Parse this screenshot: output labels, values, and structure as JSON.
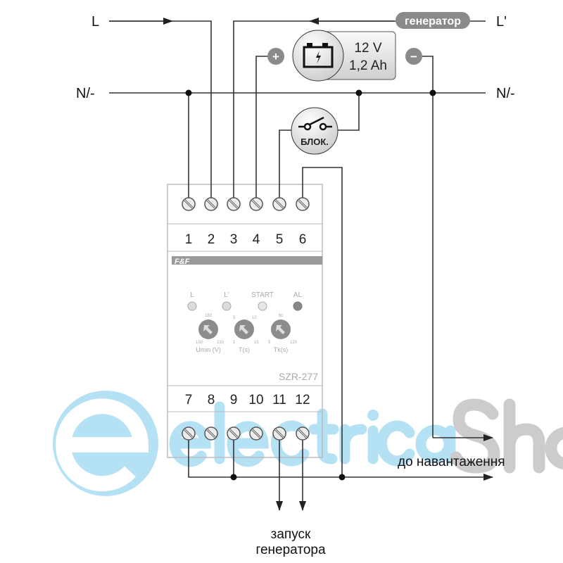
{
  "labels": {
    "L_left": "L",
    "L_prime_right": "L'",
    "N_left": "N/-",
    "N_right": "N/-"
  },
  "generator_badge": "генератор",
  "battery": {
    "voltage": "12 V",
    "capacity": "1,2 Ah",
    "plus": "+",
    "minus": "−"
  },
  "block_switch": "БЛОК.",
  "device": {
    "brand": "F&F",
    "model": "SZR-277",
    "top_terminals": [
      "1",
      "2",
      "3",
      "4",
      "5",
      "6"
    ],
    "bottom_terminals": [
      "7",
      "8",
      "9",
      "10",
      "11",
      "12"
    ],
    "leds": [
      "L",
      "L'",
      "START",
      "AL"
    ],
    "knobs": [
      {
        "label": "Umin (V)",
        "ticks": [
          "150",
          "180",
          "210"
        ]
      },
      {
        "label": "T(s)",
        "ticks": [
          "1",
          "5",
          "10",
          "15"
        ]
      },
      {
        "label": "Tk(s)",
        "ticks": [
          "5",
          "60",
          "120"
        ]
      }
    ]
  },
  "outputs": {
    "load": "до навантаження",
    "start_line1": "запуск",
    "start_line2": "генератора"
  },
  "watermark": "electricaShop",
  "colors": {
    "wire": "#333333",
    "badge": "#8a8a8a",
    "watermark_blue": "#a9dcf3",
    "watermark_grey": "#c4c4c4"
  }
}
